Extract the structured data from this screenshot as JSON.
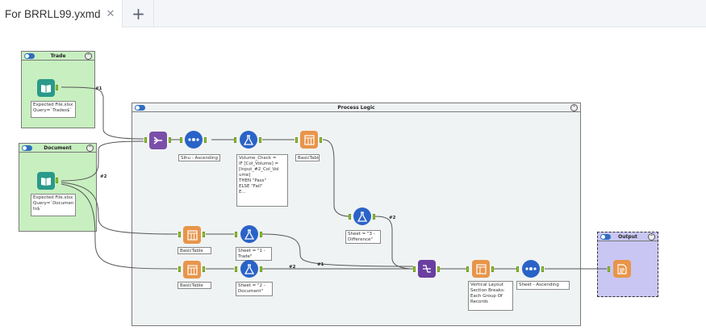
{
  "tabs": {
    "active_label": "For BRRLL99.yxmd",
    "close_glyph": "✕",
    "add_glyph": "+"
  },
  "containers": {
    "trade": {
      "title": "Trade",
      "collapse": "⌃"
    },
    "document": {
      "title": "Document",
      "collapse": "⌃"
    },
    "process": {
      "title": "Process Logic",
      "collapse": "⌃"
    },
    "output": {
      "title": "Output",
      "collapse": "⌃"
    }
  },
  "tools": {
    "input_trade": {
      "annotation": "Expected File.xlsx\nQuery=`Trades$`"
    },
    "input_document": {
      "annotation": "Expected File.xlsx\nQuery=`Documen\nts$`"
    },
    "sort1": {
      "annotation": "Sihu - Ascending"
    },
    "formula1": {
      "annotation": "Volume_Check =\nIF [Col_Volume] =\n[Input_#2_Col_Vol\nume]\nTHEN \"Pass\"\nELSE \"Fail\"\nE..."
    },
    "browse1": {
      "annotation": "BasicTable"
    },
    "formula2": {
      "annotation": "Sheet = \"3 -\nDifference\""
    },
    "browse2": {
      "annotation": "BasicTable"
    },
    "formula3": {
      "annotation": "Sheet = \"1 -\nTrade\""
    },
    "browse3": {
      "annotation": "BasicTable"
    },
    "formula4": {
      "annotation": "Sheet = \"2 -\nDocument\""
    },
    "layout": {
      "annotation": "Vertical Layout\nSection Breaks:\nEach Group Of\nRecords"
    },
    "sort2": {
      "annotation": "Sheet - Ascending"
    }
  },
  "connection_labels": {
    "c1": "#1",
    "c2": "#2",
    "c3": "#2",
    "c4": "#2",
    "c5": "#1"
  },
  "colors": {
    "container_green": "#c8efc0",
    "container_grey": "#f0f3f4",
    "container_purple": "#c9c6f3",
    "accent": "#2a63c7"
  }
}
